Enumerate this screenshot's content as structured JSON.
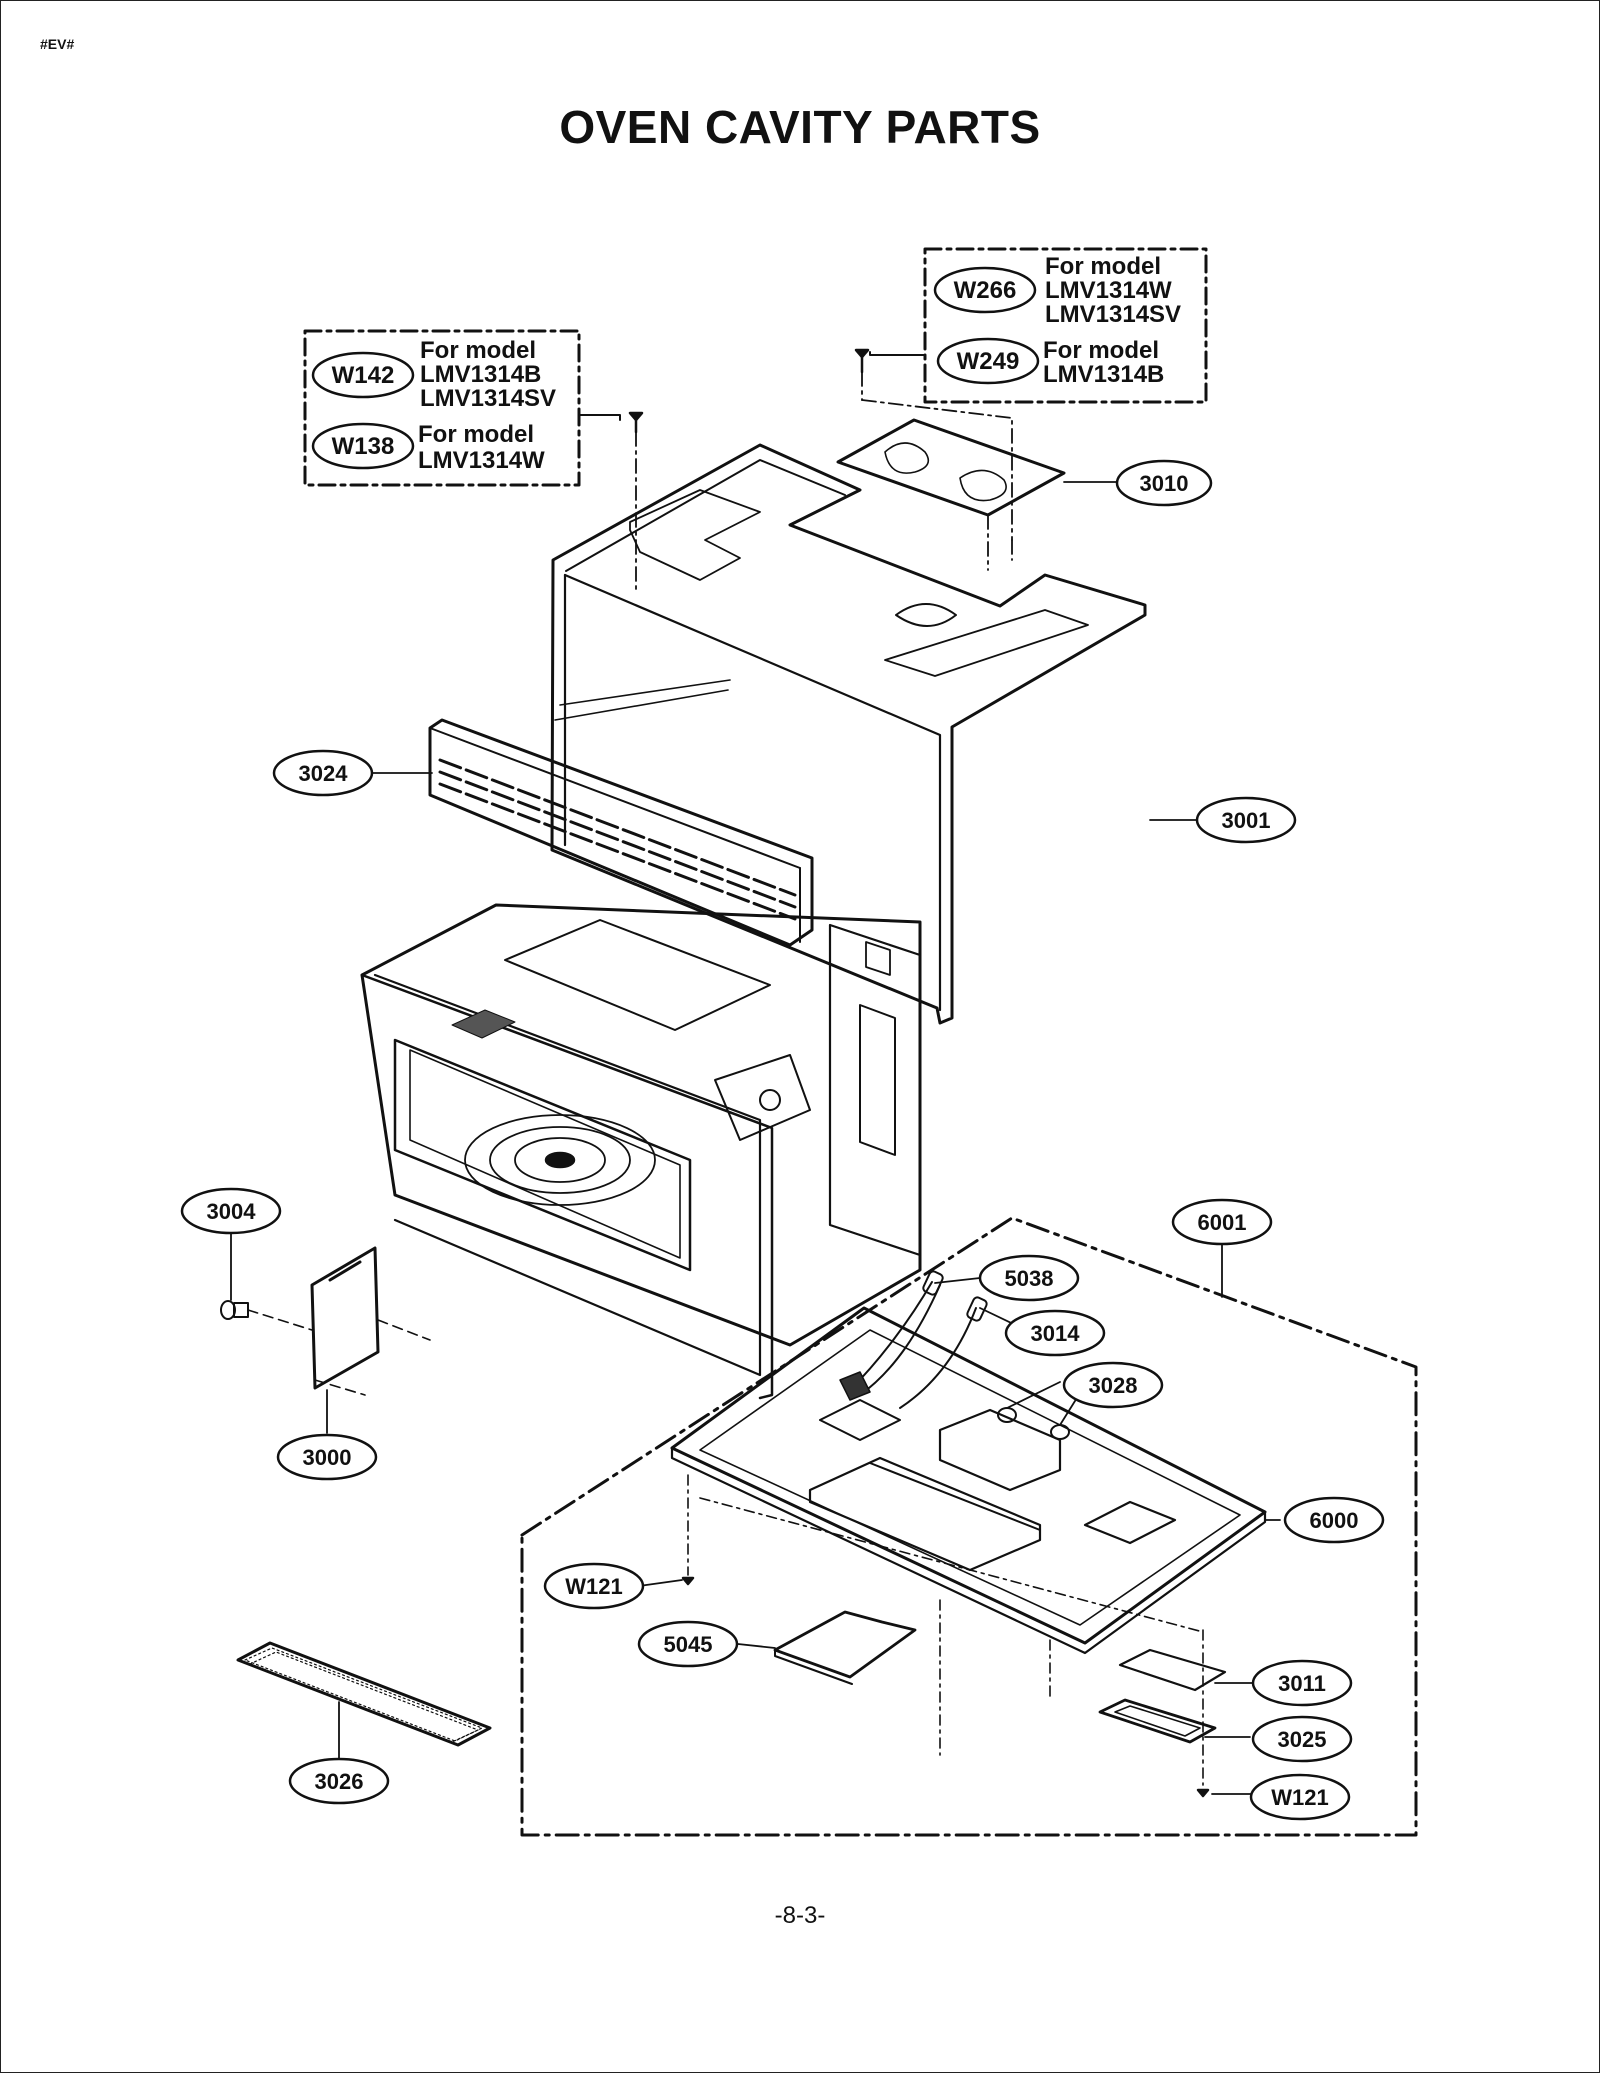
{
  "header_tag": "#EV#",
  "title": "OVEN CAVITY PARTS",
  "page_number": "-8-3-",
  "model_notes": [
    {
      "id": "W142",
      "text": "For model",
      "models": [
        "LMV1314B",
        "LMV1314SV"
      ]
    },
    {
      "id": "W138",
      "text": "For model",
      "models": [
        "LMV1314W"
      ]
    },
    {
      "id": "W266",
      "text": "For model",
      "models": [
        "LMV1314W",
        "LMV1314SV"
      ]
    },
    {
      "id": "W249",
      "text": "For model",
      "models": [
        "LMV1314B"
      ]
    }
  ],
  "parts": {
    "p3010": "3010",
    "p3024": "3024",
    "p3001": "3001",
    "p3004": "3004",
    "p3000": "3000",
    "p6001": "6001",
    "p5038": "5038",
    "p3014": "3014",
    "p3028": "3028",
    "p6000": "6000",
    "pW121a": "W121",
    "p5045": "5045",
    "p3011": "3011",
    "p3025": "3025",
    "pW121b": "W121",
    "p3026": "3026"
  }
}
